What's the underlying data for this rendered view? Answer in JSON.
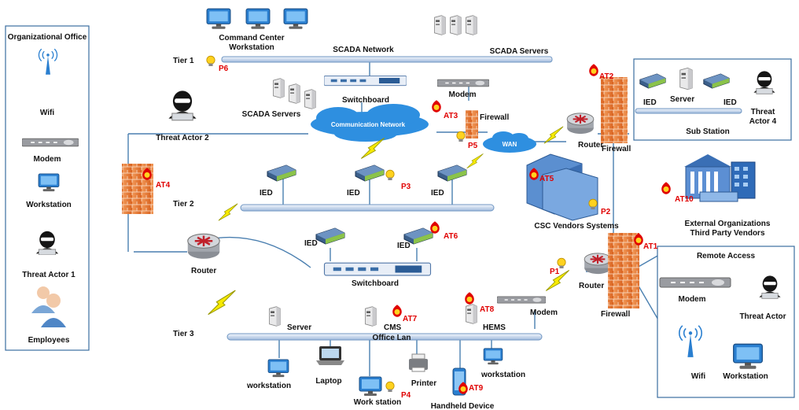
{
  "panels": {
    "org_office": {
      "title": "Organizational Office",
      "wifi": "Wifi",
      "modem": "Modem",
      "workstation": "Workstation",
      "threat_actor": "Threat Actor 1",
      "employees": "Employees"
    },
    "remote_access": {
      "title": "Remote Access",
      "modem": "Modem",
      "threat_actor": "Threat Actor",
      "wifi": "Wifi",
      "workstation": "Workstation"
    },
    "sub_station": {
      "title": "Sub Station",
      "ied_left": "IED",
      "server": "Server",
      "ied_right": "IED",
      "threat_actor": "Threat Actor 4"
    }
  },
  "tier1": {
    "tier": "Tier 1",
    "network": "SCADA Network",
    "command_center": "Command Center\nWorkstation",
    "scada_servers_top": "SCADA Servers",
    "scada_servers_bottom": "SCADA Servers",
    "switchboard": "Switchboard",
    "modem": "Modem"
  },
  "middle": {
    "comm_network": "Communication Network",
    "firewall": "Firewall",
    "wan": "WAN",
    "router": "Router",
    "firewall_right": "Firewall",
    "threat_actor2": "Threat Actor 2"
  },
  "tier2": {
    "tier": "Tier 2",
    "ied1": "IED",
    "ied2": "IED",
    "ied3": "IED",
    "csc": "CSC Vendors Systems",
    "external": "External Organizations\nThird Party Vendors"
  },
  "tier3": {
    "tier": "Tier 3",
    "router_left": "Router",
    "ied4": "IED",
    "ied5": "IED",
    "switchboard": "Switchboard",
    "office_lan": "Office Lan",
    "server": "Server",
    "cms": "CMS",
    "hems": "HEMS",
    "modem": "Modem",
    "router_right": "Router",
    "firewall": "Firewall",
    "workstation_left": "workstation",
    "laptop": "Laptop",
    "work_station": "Work station",
    "printer": "Printer",
    "handheld": "Handheld Device",
    "workstation_right": "workstation"
  },
  "markers": {
    "attacks": [
      "AT1",
      "AT2",
      "AT3",
      "AT4",
      "AT5",
      "AT6",
      "AT7",
      "AT8",
      "AT9",
      "AT10"
    ],
    "points": [
      "P1",
      "P2",
      "P3",
      "P4",
      "P5",
      "P6"
    ]
  },
  "colors": {
    "bus": "#a9c4e6",
    "firewall": "#e8782c",
    "wire": "#4a7fb0",
    "attack": "#e00000",
    "bulb": "#f2c200",
    "cloud": "#2e8fe0"
  }
}
